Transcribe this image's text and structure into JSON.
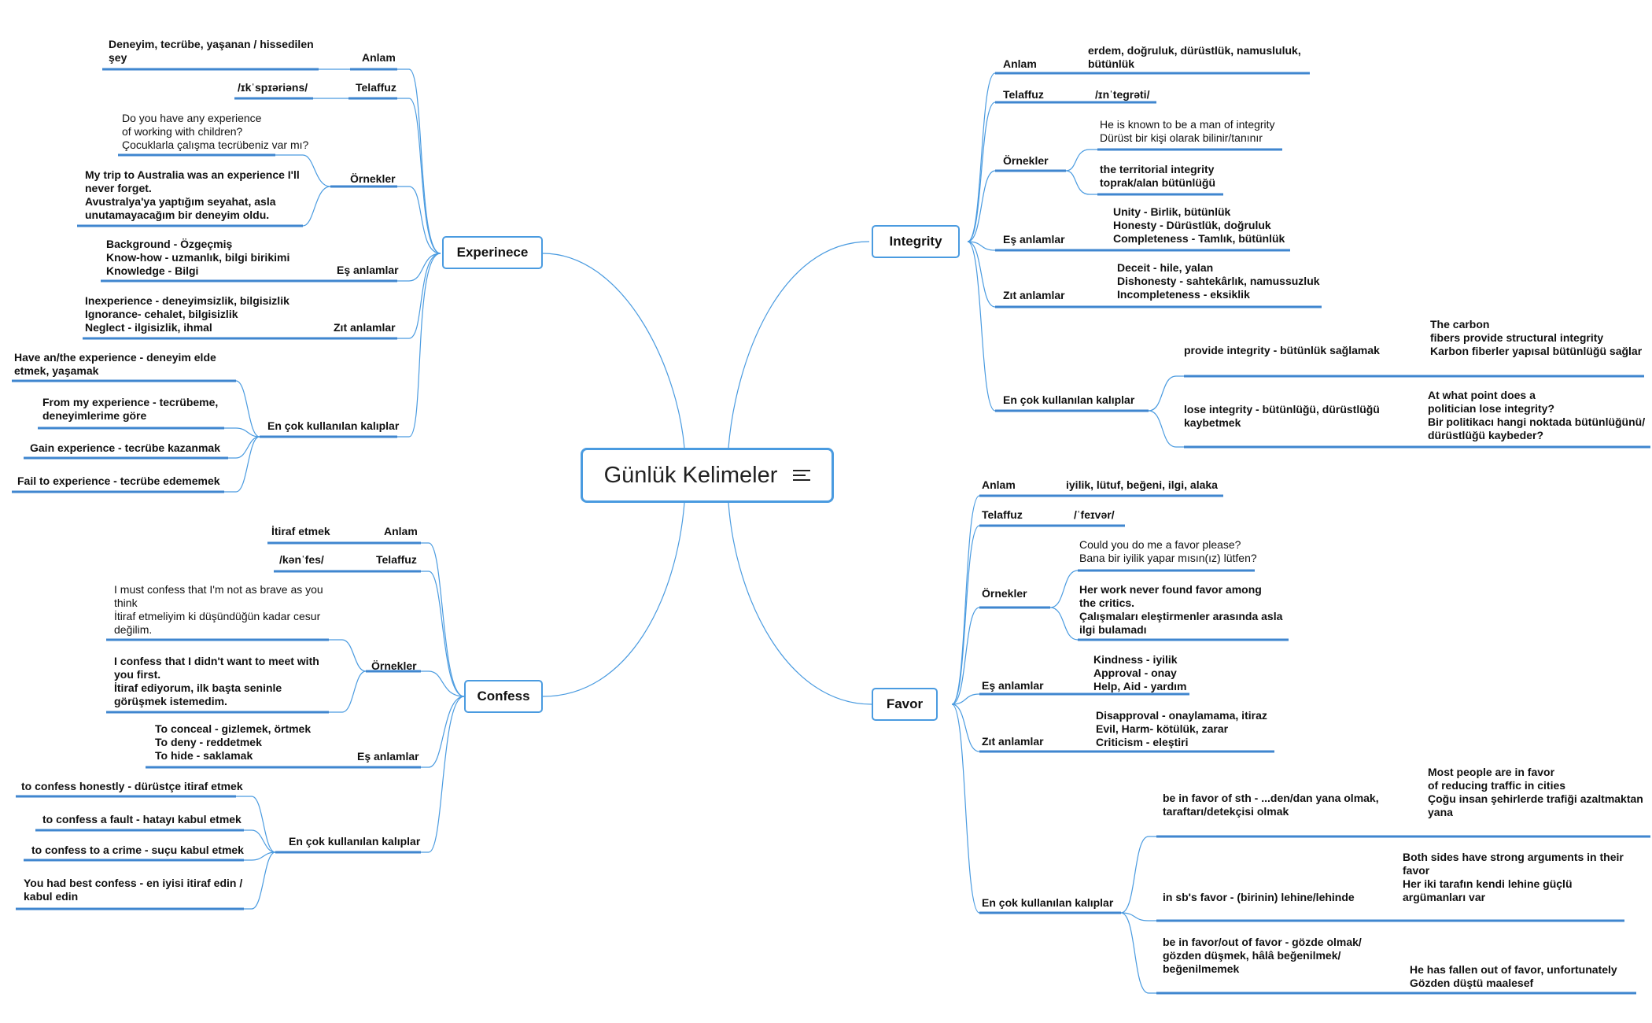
{
  "root": {
    "title": "Günlük Kelimeler",
    "icon": "menu-lines-icon"
  },
  "colors": {
    "line": "#4a9be0",
    "underline": "#3f86cf"
  },
  "experience": {
    "title": "Experinece",
    "anlam_label": "Anlam",
    "anlam_1": "Deneyim, tecrübe, yaşanan / hissedilen",
    "anlam_2": "şey",
    "telaffuz_label": "Telaffuz",
    "telaffuz": "/ɪkˈspɪəriəns/",
    "ornekler_label": "Örnekler",
    "ex1_1": "Do you have any experience",
    "ex1_2": "of working with children?",
    "ex1_3": "Çocuklarla çalışma tecrübeniz var mı?",
    "ex2_1": "My trip to Australia was an experience I'll",
    "ex2_2": "never forget.",
    "ex2_3": "Avustralya'ya yaptığım seyahat, asla",
    "ex2_4": "unutamayacağım bir deneyim oldu.",
    "es_label": "Eş anlamlar",
    "es_1": "Background - Özgeçmiş",
    "es_2": "Know-how - uzmanlık, bilgi birikimi",
    "es_3": "Knowledge - Bilgi",
    "zit_label": "Zıt anlamlar",
    "zit_1": "Inexperience - deneyimsizlik, bilgisizlik",
    "zit_2": "Ignorance- cehalet, bilgisizlik",
    "zit_3": "Neglect - ilgisizlik, ihmal",
    "kalip_label": "En çok kullanılan kalıplar",
    "k1_1": "Have an/the experience - deneyim elde",
    "k1_2": "etmek, yaşamak",
    "k2_1": "From my experience - tecrübeme,",
    "k2_2": "deneyimlerime göre",
    "k3": "Gain experience - tecrübe kazanmak",
    "k4": "Fail to experience - tecrübe edememek"
  },
  "confess": {
    "title": "Confess",
    "anlam_label": "Anlam",
    "anlam": "İtiraf etmek",
    "telaffuz_label": "Telaffuz",
    "telaffuz": "/kənˈfes/",
    "ornekler_label": "Örnekler",
    "ex1_1": "I must confess that I'm not as brave as you",
    "ex1_2": "think",
    "ex1_3": "İtiraf etmeliyim ki düşündüğün kadar cesur",
    "ex1_4": "değilim.",
    "ex2_1": "I confess that I didn't want to meet with",
    "ex2_2": "you first.",
    "ex2_3": "İtiraf ediyorum, ilk başta seninle",
    "ex2_4": "görüşmek istemedim.",
    "es_label": "Eş anlamlar",
    "es_1": "To conceal - gizlemek, örtmek",
    "es_2": "To deny - reddetmek",
    "es_3": "To hide - saklamak",
    "kalip_label": "En çok kullanılan kalıplar",
    "k1": "to confess honestly - dürüstçe itiraf etmek",
    "k2": "to confess a fault - hatayı kabul etmek",
    "k3": "to confess to a crime - suçu kabul etmek",
    "k4_1": "You had best confess - en iyisi itiraf edin /",
    "k4_2": "kabul edin"
  },
  "integrity": {
    "title": "Integrity",
    "anlam_label": "Anlam",
    "anlam_1": "erdem, doğruluk, dürüstlük, namusluluk,",
    "anlam_2": "bütünlük",
    "telaffuz_label": "Telaffuz",
    "telaffuz": "/ɪnˈteɡrəti/",
    "ornekler_label": "Örnekler",
    "ex1_1": "He is known to be a man of integrity",
    "ex1_2": "Dürüst bir kişi olarak bilinir/tanınır",
    "ex2_1": "the territorial integrity",
    "ex2_2": "toprak/alan bütünlüğü",
    "es_label": "Eş anlamlar",
    "es_1": "Unity - Birlik, bütünlük",
    "es_2": "Honesty - Dürüstlük, doğruluk",
    "es_3": "Completeness - Tamlık, bütünlük",
    "zit_label": "Zıt anlamlar",
    "zit_1": "Deceit  - hile, yalan",
    "zit_2": "Dishonesty - sahtekârlık, namussuzluk",
    "zit_3": "Incompleteness - eksiklik",
    "kalip_label": "En çok kullanılan kalıplar",
    "p1": "provide integrity - bütünlük sağlamak",
    "p1_ex_1": "The carbon",
    "p1_ex_2": "fibers provide structural integrity",
    "p1_ex_3": "Karbon fiberler yapısal bütünlüğü sağlar",
    "p2_1": "lose integrity - bütünlüğü, dürüstlüğü",
    "p2_2": "kaybetmek",
    "p2_ex_1": "At what point does a",
    "p2_ex_2": "politician lose integrity?",
    "p2_ex_3": "Bir politikacı hangi noktada bütünlüğünü/",
    "p2_ex_4": "dürüstlüğü kaybeder?"
  },
  "favor": {
    "title": "Favor",
    "anlam_label": "Anlam",
    "anlam": "iyilik, lütuf, beğeni, ilgi, alaka",
    "telaffuz_label": "Telaffuz",
    "telaffuz": "/ˈfeɪvər/",
    "ornekler_label": "Örnekler",
    "ex1_1": "Could you do me a favor please?",
    "ex1_2": "Bana bir iyilik yapar mısın(ız) lütfen?",
    "ex2_1": "Her work never found favor among",
    "ex2_2": "the critics.",
    "ex2_3": "Çalışmaları eleştirmenler arasında asla",
    "ex2_4": "ilgi bulamadı",
    "es_label": "Eş anlamlar",
    "es_1": "Kindness - iyilik",
    "es_2": "Approval - onay",
    "es_3": "Help, Aid - yardım",
    "zit_label": "Zıt anlamlar",
    "zit_1": "Disapproval  - onaylamama, itiraz",
    "zit_2": "Evil, Harm- kötülük, zarar",
    "zit_3": "Criticism - eleştiri",
    "kalip_label": "En çok kullanılan kalıplar",
    "p1_1": "be in favor of sth - ...den/dan yana olmak,",
    "p1_2": "taraftarı/detekçisi olmak",
    "p1_ex_1": "Most people are in favor",
    "p1_ex_2": "of reducing traffic in cities",
    "p1_ex_3": "Çoğu insan şehirlerde trafiği azaltmaktan",
    "p1_ex_4": "yana",
    "p2": "in sb's favor - (birinin) lehine/lehinde",
    "p2_ex_1": "Both sides have strong arguments in their",
    "p2_ex_2": "favor",
    "p2_ex_3": "Her iki tarafın kendi lehine güçlü",
    "p2_ex_4": "argümanları var",
    "p3_1": "be in favor/out of favor - gözde olmak/",
    "p3_2": "gözden düşmek, hâlâ beğenilmek/",
    "p3_3": "beğenilmemek",
    "p3_ex_1": "He has fallen out of favor, unfortunately",
    "p3_ex_2": "Gözden düştü maalesef"
  }
}
